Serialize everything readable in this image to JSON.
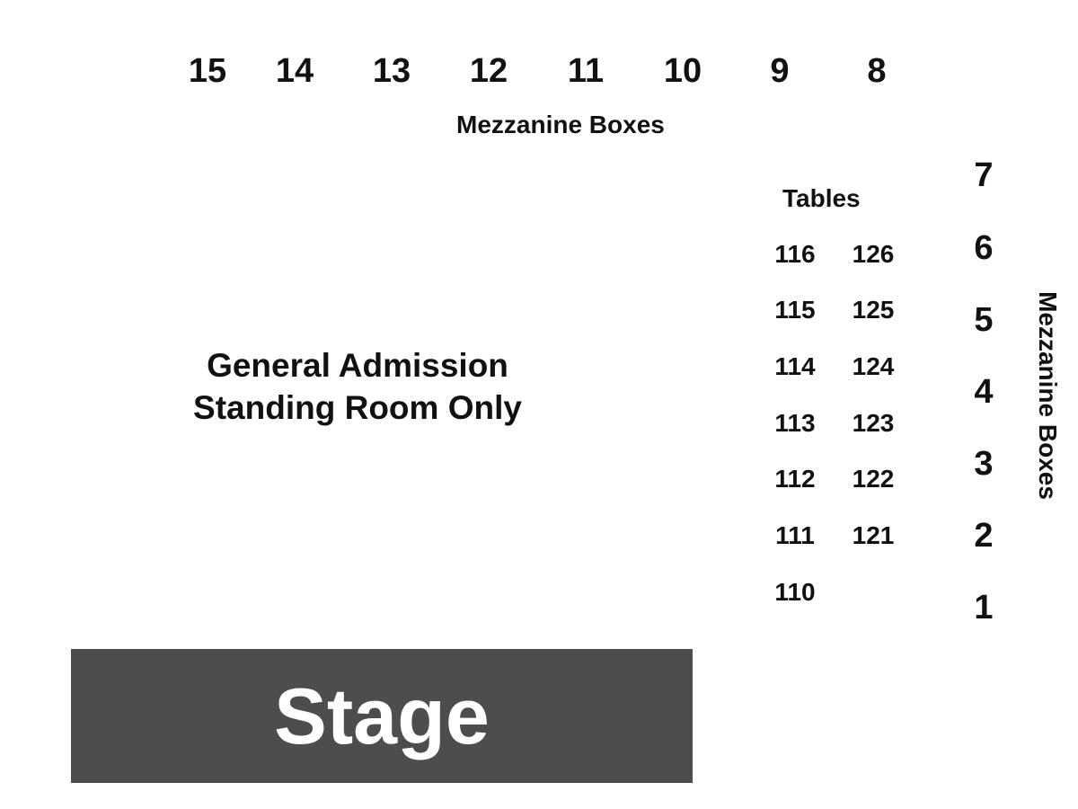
{
  "mezzanine_top": {
    "label": "Mezzanine Boxes",
    "boxes": [
      "15",
      "14",
      "13",
      "12",
      "11",
      "10",
      "9",
      "8"
    ]
  },
  "mezzanine_side": {
    "label": "Mezzanine Boxes",
    "boxes": [
      "7",
      "6",
      "5",
      "4",
      "3",
      "2",
      "1"
    ]
  },
  "tables": {
    "label": "Tables",
    "left_column": [
      "116",
      "115",
      "114",
      "113",
      "112",
      "111",
      "110"
    ],
    "right_column": [
      "126",
      "125",
      "124",
      "123",
      "122",
      "121"
    ]
  },
  "general_admission": {
    "line1": "General Admission",
    "line2": "Standing Room Only"
  },
  "stage": {
    "label": "Stage",
    "color": "#4d4d4d"
  }
}
